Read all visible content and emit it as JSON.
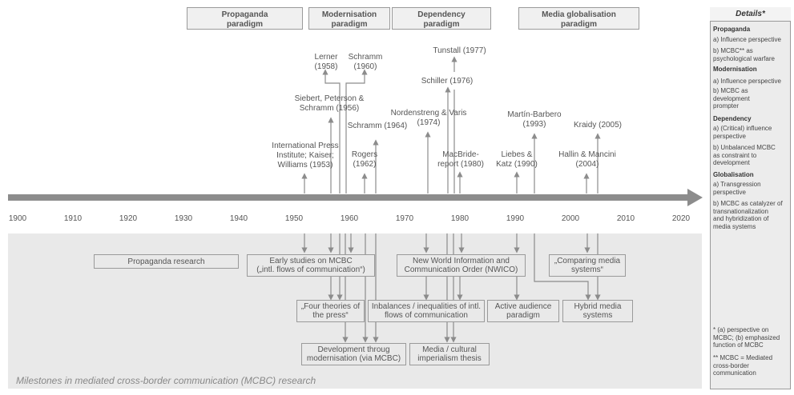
{
  "paradigms": [
    {
      "label": "Propaganda\nparadigm"
    },
    {
      "label": "Modernisation\nparadigm"
    },
    {
      "label": "Dependency\nparadigm"
    },
    {
      "label": "Media globalisation\nparadigm"
    }
  ],
  "milestones": [
    "Lerner\n(1958)",
    "Schramm\n(1960)",
    "Tunstall (1977)",
    "Schiller (1976)",
    "Siebert, Peterson &\nSchramm (1956)",
    "Nordenstreng & Varis\n(1974)",
    "Martín-Barbero\n(1993)",
    "Schramm (1964)",
    "Kraidy (2005)",
    "International Press\nInstitute; Kaiser;\nWilliams (1953)",
    "Rogers\n(1962)",
    "MacBride-\nreport (1980)",
    "Liebes &\nKatz (1990)",
    "Hallin & Mancini\n(2004)"
  ],
  "years": [
    "1900",
    "1910",
    "1920",
    "1930",
    "1940",
    "1950",
    "1960",
    "1970",
    "1980",
    "1990",
    "2000",
    "2010",
    "2020"
  ],
  "research_boxes": [
    "Propaganda research",
    "Early studies on MCBC\n(„intl. flows of communication“)",
    "New World Information and\nCommunication Order (NWICO)",
    "„Comparing media\nsystems“",
    "„Four theories of\nthe press“",
    "Inbalances / inequalities of intl.\nflows of communication",
    "Active audience\nparadigm",
    "Hybrid media\nsystems",
    "Development throug\nmodernisation (via MCBC)",
    "Media / cultural\nimperialism thesis"
  ],
  "caption": "Milestones in mediated cross-border communication (MCBC) research",
  "details": {
    "title": "Details*",
    "sections": [
      {
        "heading": "Propaganda",
        "items": [
          "a) Influence perspective",
          "b) MCBC** as\n    psychological warfare"
        ]
      },
      {
        "heading": "Modernisation",
        "items": [
          "a) Influence perspective",
          "b) MCBC as\n    development\n    prompter"
        ]
      },
      {
        "heading": "Dependency",
        "items": [
          "a) (Critical) influence\n    perspective",
          "b) Unbalanced MCBC\n    as constraint to\n    development"
        ]
      },
      {
        "heading": "Globalisation",
        "items": [
          "a) Transgression\n    perspective",
          "b) MCBC as catalyzer of\n    transnationalization\n    and hybridization of\n    media systems"
        ]
      }
    ],
    "footnote_1": "* (a) perspective on\nMCBC; (b) emphasized\nfunction of MCBC",
    "footnote_2": "** MCBC = Mediated\ncross-border\ncommunication"
  },
  "colors": {
    "arrow": "#8c8c8c",
    "grey_area": "#e9e9e9",
    "box_border": "#9a9a9a"
  }
}
